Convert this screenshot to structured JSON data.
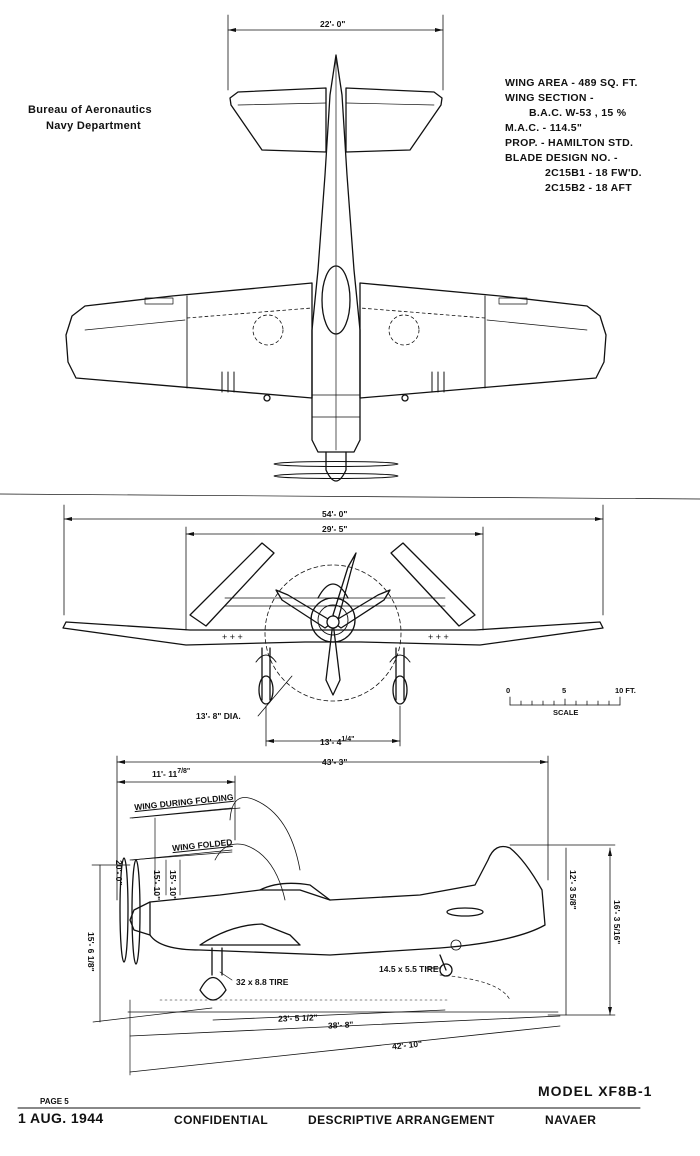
{
  "header": {
    "bureau": "Bureau of Aeronautics",
    "department": "Navy Department"
  },
  "specs": [
    "WING AREA -  489  SQ. FT.",
    "WING SECTION -",
    "B.A.C. W-53 , 15 %",
    "M.A.C. - 114.5\"",
    "PROP. - HAMILTON  STD.",
    "BLADE DESIGN NO. -",
    "2C15B1 - 18   FW'D.",
    "2C15B2 - 18   AFT"
  ],
  "dimensions": {
    "tail_span": "22'- 0\"",
    "wing_span": "54'- 0\"",
    "folded_span": "29'- 5\"",
    "prop_dia": "13'- 8\"  DIA.",
    "tread": "13'- 4",
    "tread_frac": "1/4\"",
    "overall_length": "43'- 3\"",
    "nose_to_fold": "11'- 11",
    "nose_to_fold_frac": "7/8\"",
    "wing_during_folding": "WING DURING FOLDING",
    "wing_folded": "WING FOLDED",
    "fold_height": "20'- 0\"",
    "fold_sub1": "15'- 10\"",
    "fold_sub2": "15'- 10\"",
    "prop_height": "15'- 6 1/8\"",
    "main_tire": "32 x 8.8  TIRE",
    "tail_tire": "14.5 x 5.5  TIRE",
    "wheelbase_a": "23'- 5 1/2\"",
    "wheelbase_b": "38'- 8\"",
    "ground_line": "42'- 10\"",
    "tail_height_a": "12'- 3 5/8\"",
    "tail_height_b": "16'- 3 5/16\""
  },
  "scale": {
    "ticks": [
      "0",
      "5",
      "10  FT."
    ],
    "label": "SCALE"
  },
  "model": "MODEL  XF8B-1",
  "footer": {
    "page": "PAGE  5",
    "date": "1 AUG. 1944",
    "classification": "CONFIDENTIAL",
    "title": "DESCRIPTIVE  ARRANGEMENT",
    "agency": "NAVAER"
  }
}
